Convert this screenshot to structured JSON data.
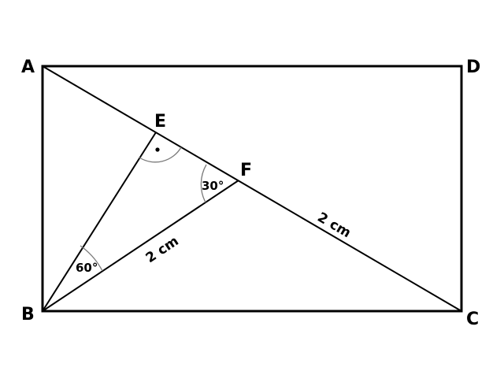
{
  "diagram": {
    "points": {
      "A": "A",
      "B": "B",
      "C": "C",
      "D": "D",
      "E": "E",
      "F": "F"
    },
    "lengths": {
      "BF": "2 cm",
      "FC": "2 cm"
    },
    "angles": {
      "EBF": "60°",
      "EFB": "30°"
    },
    "right_angle_at": "E",
    "colors": {
      "stroke": "#000000",
      "arc": "#7a7a7a",
      "background": "#ffffff"
    }
  }
}
